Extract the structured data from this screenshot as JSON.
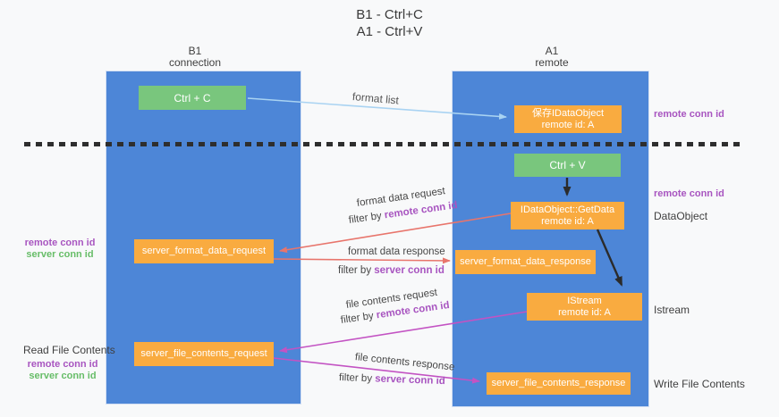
{
  "title": {
    "line1": "B1 - Ctrl+C",
    "line2": "A1 - Ctrl+V"
  },
  "columns": {
    "left": {
      "name": "B1",
      "role": "connection"
    },
    "right": {
      "name": "A1",
      "role": "remote"
    }
  },
  "nodes": {
    "ctrl_c": {
      "label": "Ctrl + C"
    },
    "ctrl_v": {
      "label": "Ctrl + V"
    },
    "save_dataobject": {
      "line1": "保存IDataObject",
      "line2": "remote id: A"
    },
    "getdata": {
      "line1": "IDataObject::GetData",
      "line2": "remote id: A"
    },
    "istream": {
      "line1": "IStream",
      "line2": "remote id: A"
    },
    "server_format_data_request": {
      "label": "server_format_data_request"
    },
    "server_format_data_response": {
      "label": "server_format_data_response"
    },
    "server_file_contents_request": {
      "label": "server_file_contents_request"
    },
    "server_file_contents_response": {
      "label": "server_file_contents_response"
    }
  },
  "edge_labels": {
    "format_list": "format list",
    "format_data_request": "format data request",
    "format_data_response": "format data response",
    "file_contents_request": "file contents request",
    "file_contents_response": "file contents response",
    "filter_by": "filter by "
  },
  "shared_labels": {
    "remote_conn_id": "remote conn id",
    "server_conn_id": "server conn id"
  },
  "side_labels": {
    "dataobject": "DataObject",
    "istream": "Istream",
    "write_file_contents": "Write File Contents",
    "read_file_contents": "Read File Contents"
  },
  "colors": {
    "column_blue": "#4d86d7",
    "box_green": "#79c67d",
    "box_orange": "#f9ab40",
    "label_purple": "#a855c0",
    "label_green": "#67bd68",
    "arrow_salmon": "#e8756c",
    "arrow_magenta": "#c353c3",
    "arrow_blue": "#a9d3f2",
    "arrow_black": "#2b2b2b",
    "background": "#f8f9fa",
    "text_dark": "#3f3f3f"
  }
}
